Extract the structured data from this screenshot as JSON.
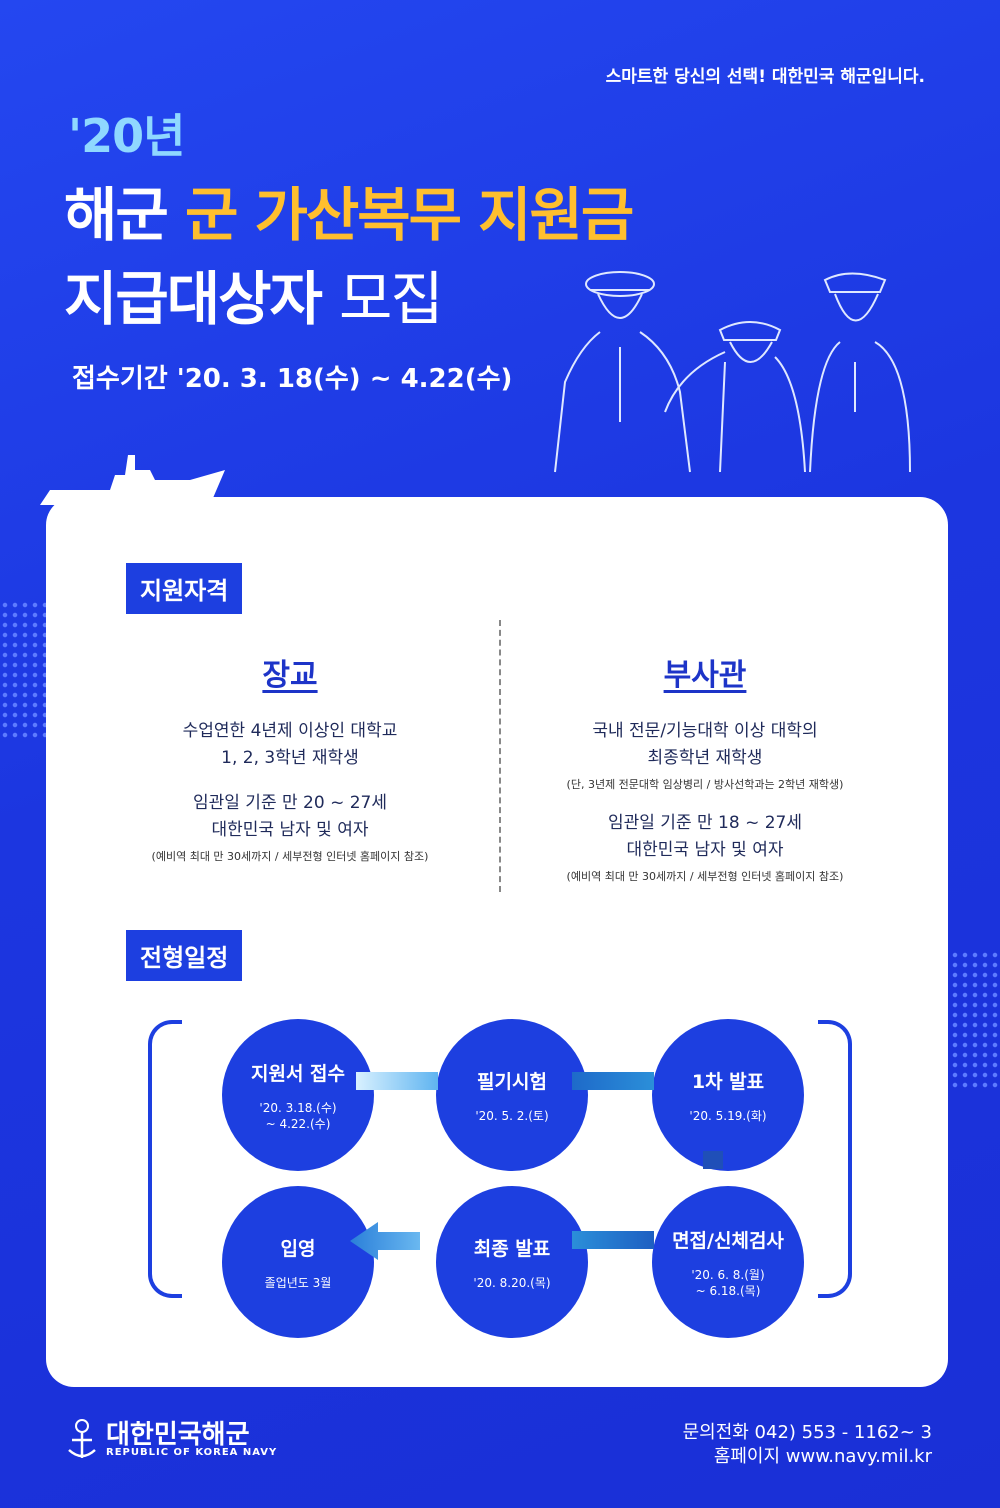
{
  "header": {
    "slogan": "스마트한 당신의 선택! 대한민국 해군입니다.",
    "year": "'20년",
    "title_part1": "해군",
    "title_highlight": "군 가산복무 지원금",
    "title_line2_bold": "지급대상자",
    "title_line2_light": "모집",
    "period": "접수기간 '20. 3. 18(수) ~ 4.22(수)"
  },
  "qualification": {
    "tag": "지원자격",
    "officer": {
      "title": "장교",
      "line1": "수업연한 4년제 이상인 대학교",
      "line2": "1, 2, 3학년 재학생",
      "line3": "임관일 기준 만 20 ~ 27세",
      "line4": "대한민국 남자 및 여자",
      "note": "(예비역 최대 만 30세까지 / 세부전형 인터넷 홈페이지 참조)"
    },
    "nco": {
      "title": "부사관",
      "line1": "국내 전문/기능대학 이상 대학의",
      "line2": "최종학년 재학생",
      "note1": "(단, 3년제 전문대학 임상병리 / 방사선학과는 2학년 재학생)",
      "line3": "임관일 기준 만 18 ~ 27세",
      "line4": "대한민국 남자 및 여자",
      "note2": "(예비역 최대 만 30세까지 / 세부전형 인터넷 홈페이지 참조)"
    }
  },
  "schedule": {
    "tag": "전형일정",
    "steps": [
      {
        "name": "지원서 접수",
        "date1": "'20. 3.18.(수)",
        "date2": "~ 4.22.(수)"
      },
      {
        "name": "필기시험",
        "date1": "'20. 5. 2.(토)",
        "date2": ""
      },
      {
        "name": "1차 발표",
        "date1": "'20. 5.19.(화)",
        "date2": ""
      },
      {
        "name": "면접/신체검사",
        "date1": "'20. 6. 8.(월)",
        "date2": "~ 6.18.(목)"
      },
      {
        "name": "최종 발표",
        "date1": "'20. 8.20.(목)",
        "date2": ""
      },
      {
        "name": "입영",
        "date1": "졸업년도 3월",
        "date2": ""
      }
    ]
  },
  "footer": {
    "logo_name": "대한민국해군",
    "logo_sub": "REPUBLIC OF KOREA NAVY",
    "phone": "문의전화 042) 553  - 1162~ 3",
    "homepage": "홈페이지 www.navy.mil.kr"
  },
  "colors": {
    "background": "#1f3ce6",
    "accent_yellow": "#ffbf2e",
    "accent_sky": "#8fd8ff",
    "circle_blue": "#1d3fe0"
  }
}
